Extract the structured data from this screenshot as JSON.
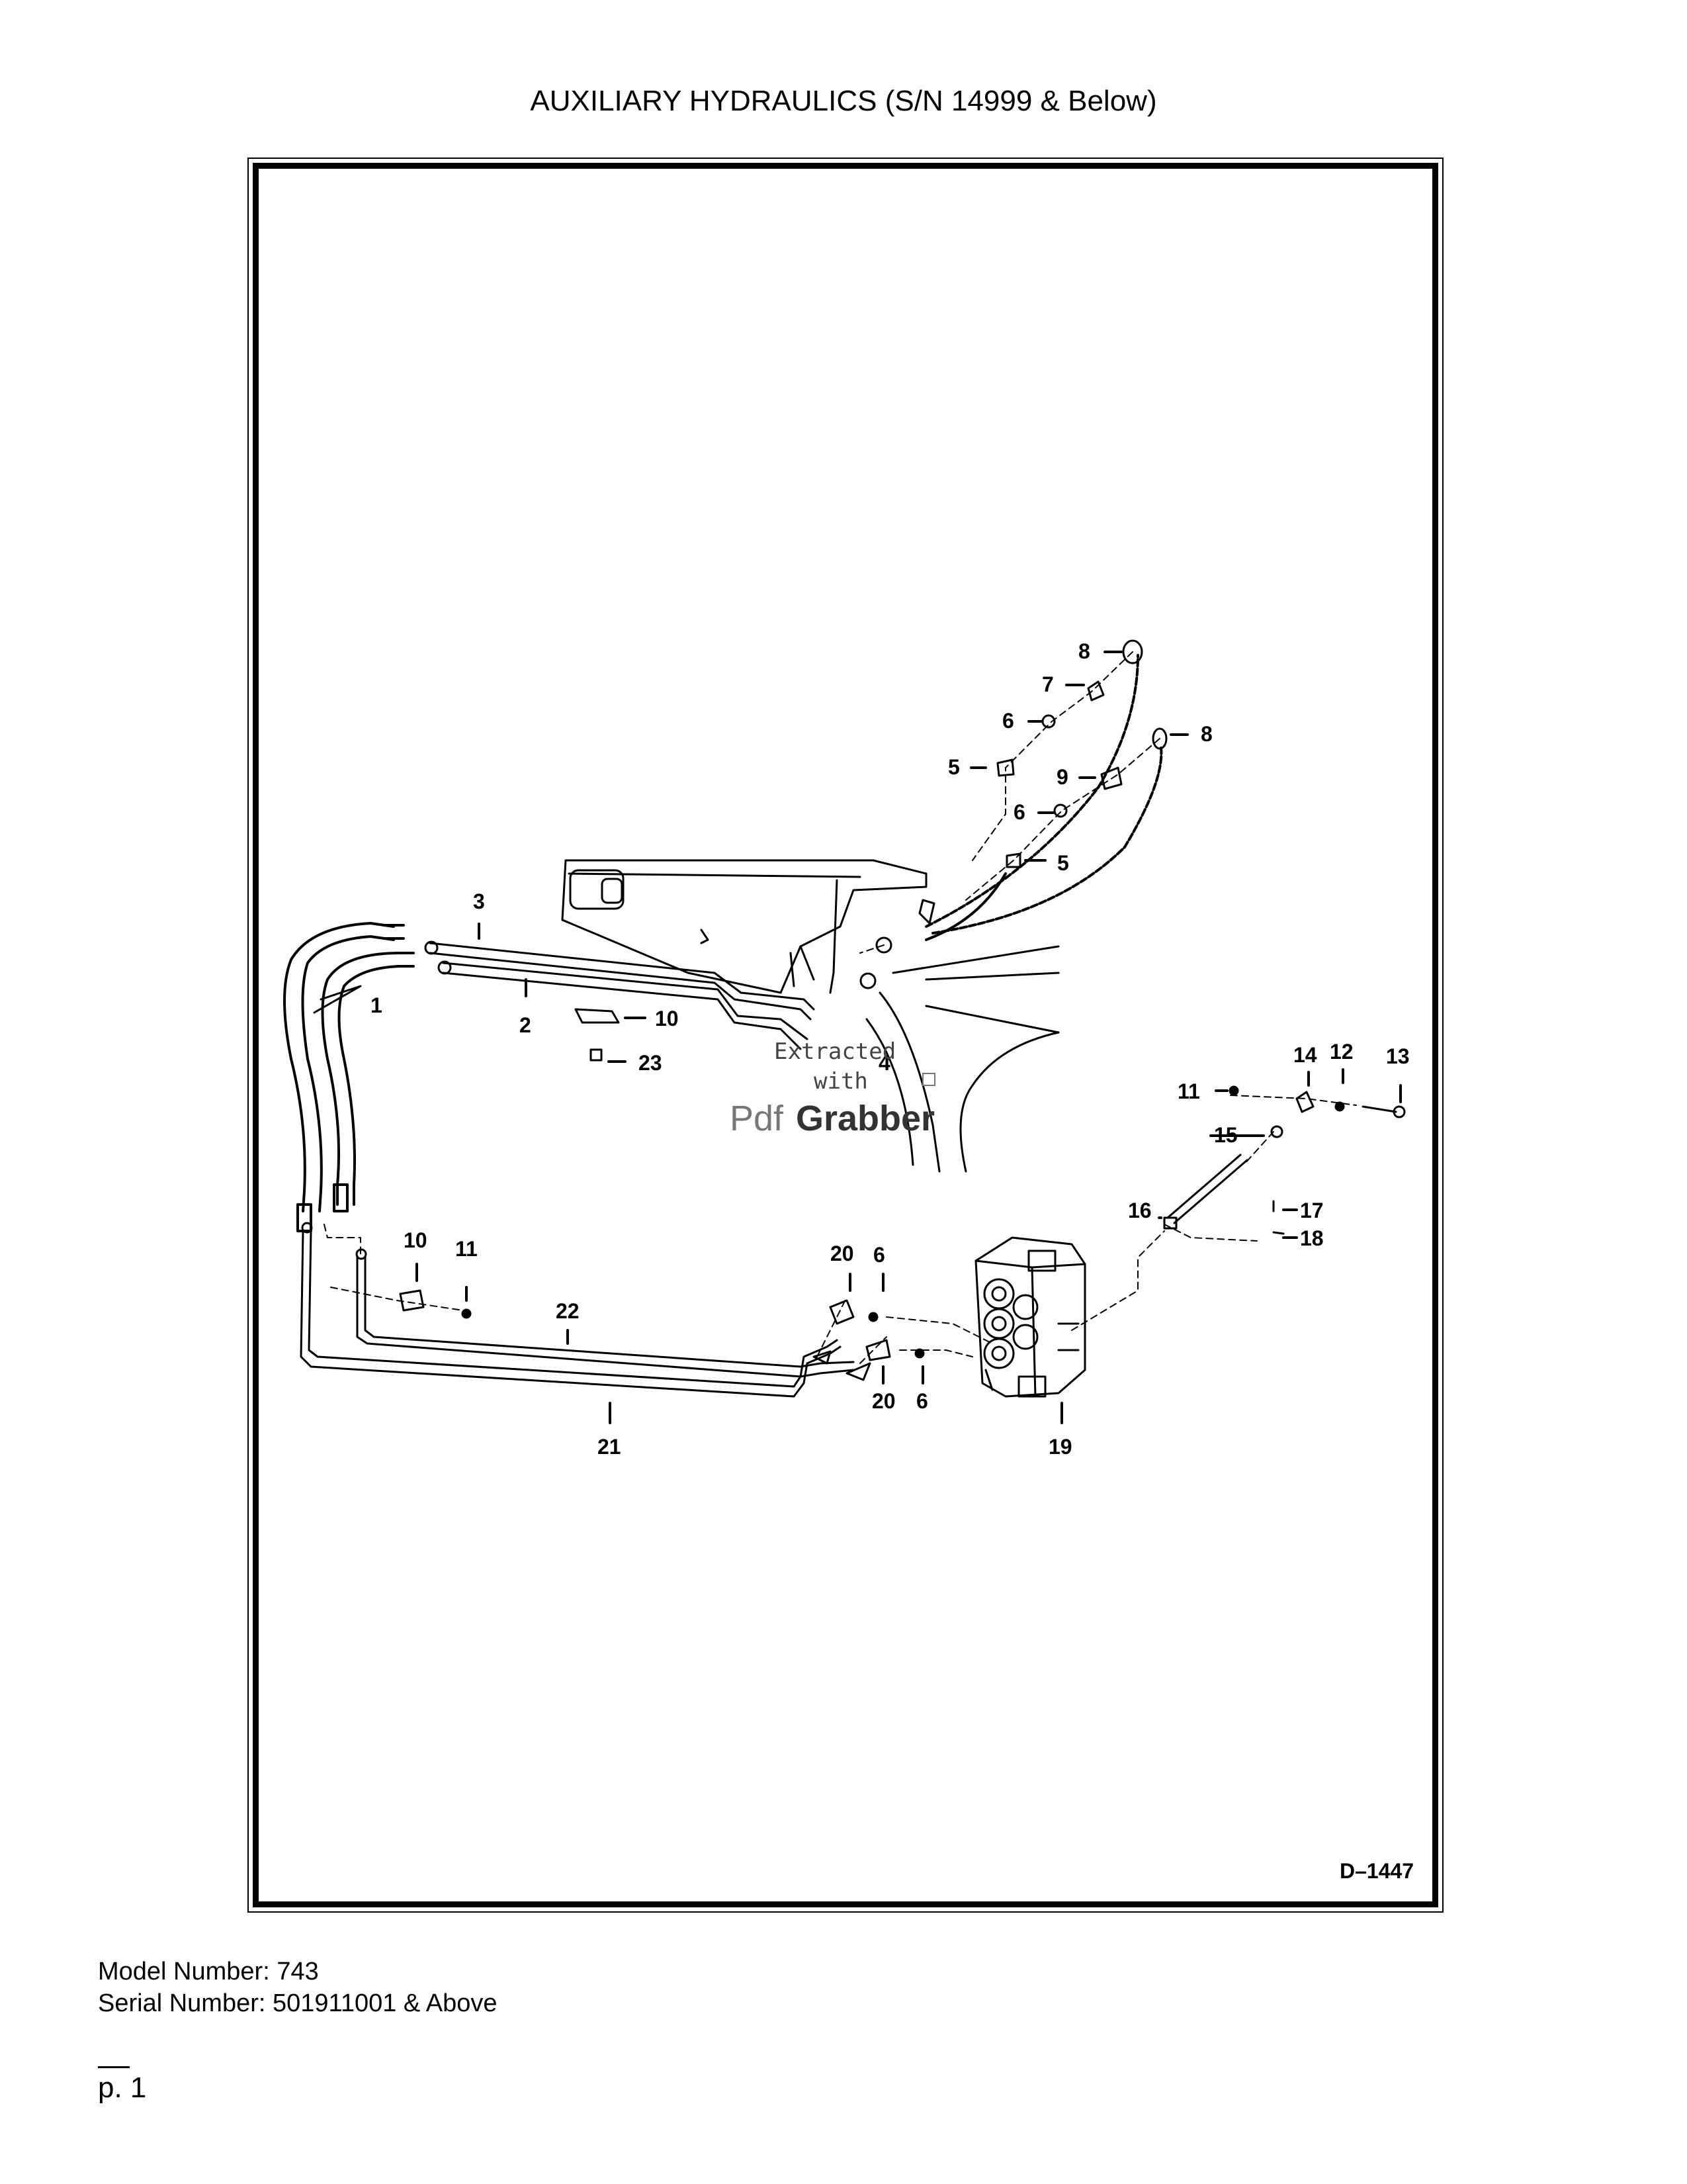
{
  "page_title": "AUXILIARY HYDRAULICS (S/N 14999 & Below)",
  "drawing_number": "D–1447",
  "callouts": {
    "c1": "1",
    "c2": "2",
    "c3": "3",
    "c4": "4",
    "c5a": "5",
    "c5b": "5",
    "c6a": "6",
    "c6b": "6",
    "c6c": "6",
    "c6d": "6",
    "c7": "7",
    "c8a": "8",
    "c8b": "8",
    "c9": "9",
    "c10a": "10",
    "c10b": "10",
    "c11a": "11",
    "c11b": "11",
    "c12": "12",
    "c13": "13",
    "c14": "14",
    "c15": "15",
    "c16": "16",
    "c17": "17",
    "c18": "18",
    "c19": "19",
    "c20a": "20",
    "c20b": "20",
    "c21": "21",
    "c22": "22",
    "c23": "23"
  },
  "watermark": {
    "line1": "Extracted",
    "line2": "with",
    "brand_a": "Pdf",
    "brand_b": "Grabber"
  },
  "footer": {
    "model": "Model Number: 743",
    "serial": "Serial Number: 501911001 & Above",
    "page": "p. 1"
  }
}
